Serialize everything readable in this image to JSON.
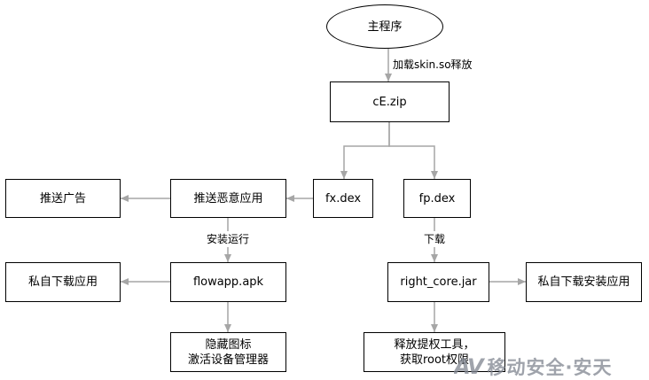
{
  "colors": {
    "background": "#ffffff",
    "node_border": "#000000",
    "text": "#000000",
    "arrow": "#a6a6a6",
    "watermark": "#7f8590"
  },
  "diagram": {
    "nodes": {
      "main_program": {
        "label": "主程序"
      },
      "ce_zip": {
        "label": "cE.zip"
      },
      "fx_dex": {
        "label": "fx.dex"
      },
      "fp_dex": {
        "label": "fp.dex"
      },
      "push_malicious_app": {
        "label": "推送恶意应用"
      },
      "push_ads": {
        "label": "推送广告"
      },
      "flowapp_apk": {
        "label": "flowapp.apk"
      },
      "private_download_app": {
        "label": "私自下载应用"
      },
      "hide_icon_activate_admin": {
        "lines": [
          "隐藏图标",
          "激活设备管理器"
        ]
      },
      "right_core_jar": {
        "label": "right_core.jar"
      },
      "private_download_install_app": {
        "label": "私自下载安装应用"
      },
      "release_root_tool": {
        "lines": [
          "释放提权工具，",
          "获取root权限"
        ]
      }
    },
    "edge_labels": {
      "load_and_release": "加载skin.so释放",
      "install_and_run": "安装运行",
      "download": "下载"
    }
  },
  "watermark": {
    "logo": "AV",
    "text": "移动安全·安天"
  }
}
